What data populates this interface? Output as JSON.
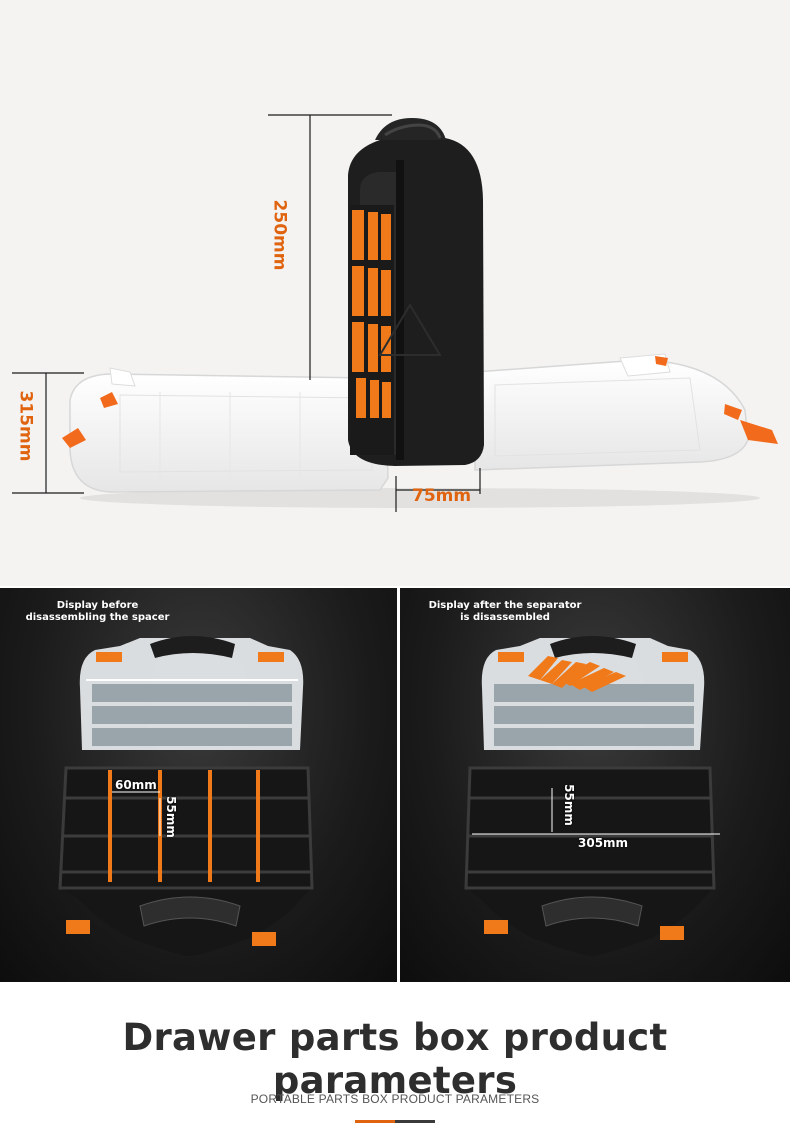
{
  "dimensions": {
    "height": "250mm",
    "width": "315mm",
    "depth": "75mm"
  },
  "panels": {
    "before": {
      "caption": "Display before disassembling the spacer",
      "cell_width": "60mm",
      "cell_height": "55mm"
    },
    "after": {
      "caption": "Display after the separator is disassembled",
      "cell_height": "55mm",
      "full_width": "305mm"
    }
  },
  "heading": {
    "title": "Drawer parts box product parameters",
    "subtitle": "PORTABLE PARTS BOX PRODUCT PARAMETERS"
  },
  "colors": {
    "accent": "#e0640f",
    "divider": "#f07a1a",
    "box_body": "#1e1e1e",
    "title_text": "#2e2e2e",
    "bar_dark": "#3a3a3a"
  }
}
